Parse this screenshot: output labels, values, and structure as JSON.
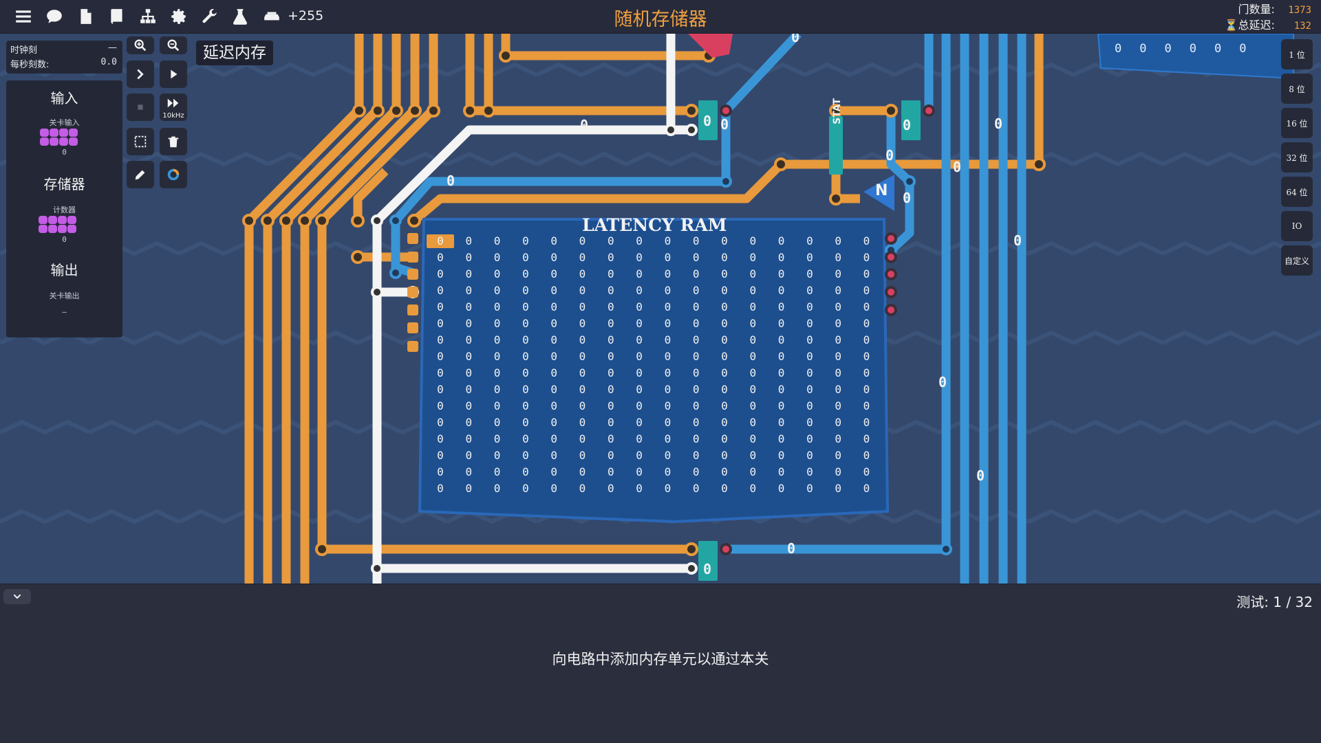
{
  "topbar": {
    "icons": [
      "menu-icon",
      "chat-icon",
      "document-icon",
      "book-icon",
      "hierarchy-icon",
      "gear-icon",
      "wrench-icon",
      "flask-icon",
      "scrap-icon"
    ],
    "scrap": "+255",
    "title": "随机存储器",
    "gate_label": "门数量:",
    "gate_value": "1373",
    "delay_label": "总延迟:",
    "delay_value": "132",
    "delay_icon": "hourglass-icon"
  },
  "clock": {
    "tick_label": "时钟刻",
    "tick_value": "—",
    "tps_label": "每秒刻数:",
    "tps_value": "0.0"
  },
  "palette": {
    "input_head": "输入",
    "input_item": "关卡输入",
    "input_count": "0",
    "storage_head": "存储器",
    "storage_item": "计数器",
    "storage_count": "0",
    "output_head": "输出",
    "output_item": "关卡输出",
    "output_count": "–"
  },
  "tools": {
    "items": [
      "zoom-in-icon",
      "zoom-out-icon",
      "step-icon",
      "play-icon",
      "stop-icon",
      "fast-forward-icon",
      "select-icon",
      "trash-icon",
      "pencil-icon",
      "color-icon"
    ],
    "speed_label": "10kHz"
  },
  "component_tip": "延迟内存",
  "ram": {
    "title": "LATENCY RAM",
    "cell_value": "0",
    "rows": 16,
    "cols": 16,
    "selected_index": 0
  },
  "board_labels": {
    "stat": "STAT",
    "not": "N",
    "zero": "0"
  },
  "top_right_ram_values": [
    "0",
    "0",
    "0",
    "0",
    "0",
    "0"
  ],
  "bit_buttons": [
    "1 位",
    "8 位",
    "16 位",
    "32 位",
    "64 位",
    "IO",
    "自定义"
  ],
  "bottom": {
    "test_counter": "测试: 1 / 32",
    "description": "向电路中添加内存单元以通过本关"
  },
  "colors": {
    "orange": "#e89a3c",
    "blue": "#3a95d6",
    "white": "#f4f4f4",
    "teal": "#22a6a3",
    "red": "#d94060",
    "title_orange": "#f0a040",
    "board_bg": "#34486c"
  }
}
